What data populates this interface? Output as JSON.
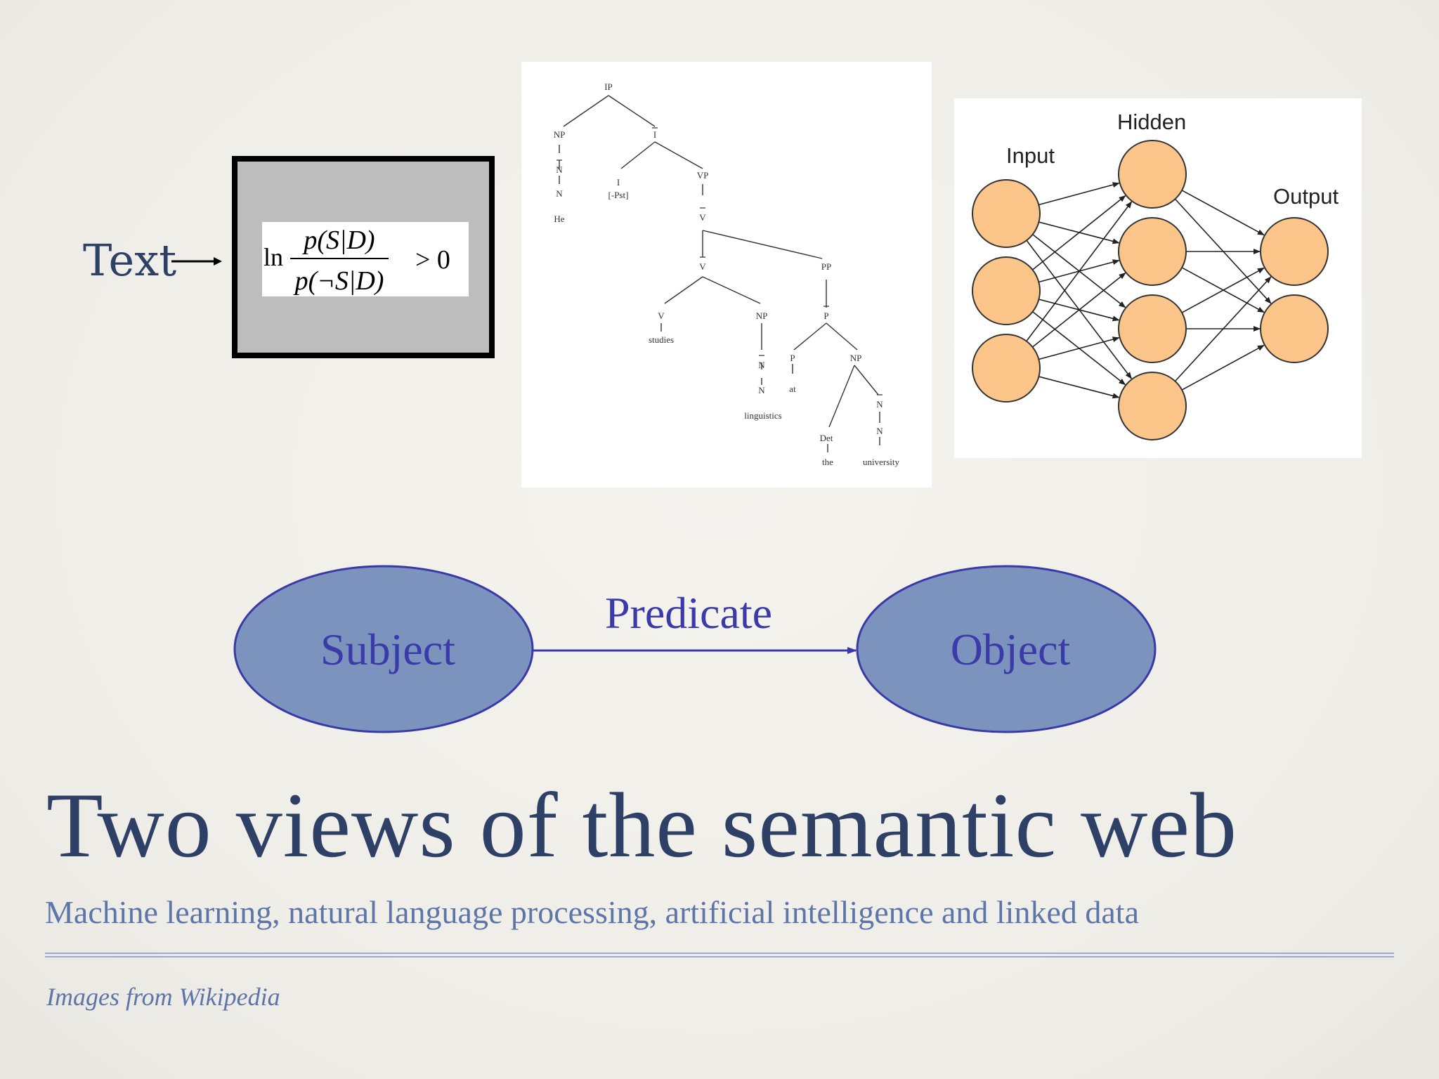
{
  "classifier": {
    "input_label": "Text",
    "formula": {
      "ln": "ln",
      "numerator": "p(S|D)",
      "denominator": "p(¬S|D)",
      "comparison": "> 0"
    }
  },
  "parse_tree": {
    "nodes": [
      "IP",
      "NP",
      "N",
      "N",
      "He",
      "I",
      "I",
      "[-Pst]",
      "VP",
      "V",
      "V",
      "V",
      "studies",
      "NP",
      "N",
      "N",
      "linguistics",
      "PP",
      "P",
      "P",
      "at",
      "NP",
      "Det",
      "the",
      "N",
      "N",
      "university"
    ]
  },
  "neural_net": {
    "input_label": "Input",
    "hidden_label": "Hidden",
    "output_label": "Output",
    "node_color": "#fbc58a"
  },
  "triple": {
    "subject": "Subject",
    "predicate": "Predicate",
    "object": "Object",
    "fill_color": "#7b93bd",
    "stroke_color": "#3939a8"
  },
  "title": "Two views of the semantic web",
  "subtitle": "Machine learning, natural language processing, artificial intelligence and linked data",
  "credit": "Images from Wikipedia"
}
